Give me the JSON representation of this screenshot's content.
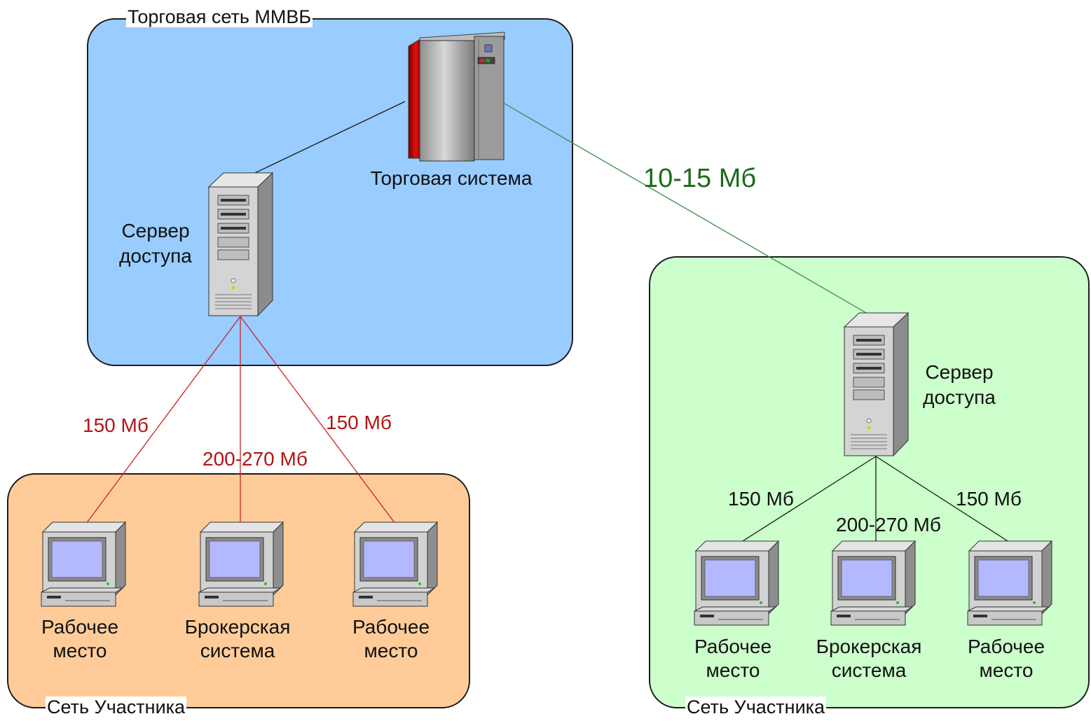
{
  "zones": {
    "mmvb": {
      "title": "Торговая сеть ММВБ"
    },
    "participant_left": {
      "title": "Сеть Участника"
    },
    "participant_right": {
      "title": "Сеть Участника"
    }
  },
  "nodes": {
    "trading_system": {
      "label": "Торговая система"
    },
    "access_server_mmvb": {
      "label_line1": "Сервер",
      "label_line2": "доступа"
    },
    "access_server_right": {
      "label_line1": "Сервер",
      "label_line2": "доступа"
    },
    "left_ws1": {
      "label_line1": "Рабочее",
      "label_line2": "место"
    },
    "left_broker": {
      "label_line1": "Брокерская",
      "label_line2": "система"
    },
    "left_ws2": {
      "label_line1": "Рабочее",
      "label_line2": "место"
    },
    "right_ws1": {
      "label_line1": "Рабочее",
      "label_line2": "место"
    },
    "right_broker": {
      "label_line1": "Брокерская",
      "label_line2": "система"
    },
    "right_ws2": {
      "label_line1": "Рабочее",
      "label_line2": "место"
    }
  },
  "links": {
    "backbone": "10-15 Мб",
    "mmvb_left_ws1": "150 Мб",
    "mmvb_left_broker": "200-270 Мб",
    "mmvb_left_ws2": "150 Мб",
    "right_ws1": "150 Мб",
    "right_broker": "200-270 Мб",
    "right_ws2": "150 Мб"
  },
  "colors": {
    "mmvb_zone": "#99ccff",
    "participant_left_zone": "#ffcc99",
    "participant_right_zone": "#ccffcc",
    "red_link": "#cc2222",
    "green_link": "#3a8a4a",
    "black_link": "#1a1a1a"
  }
}
